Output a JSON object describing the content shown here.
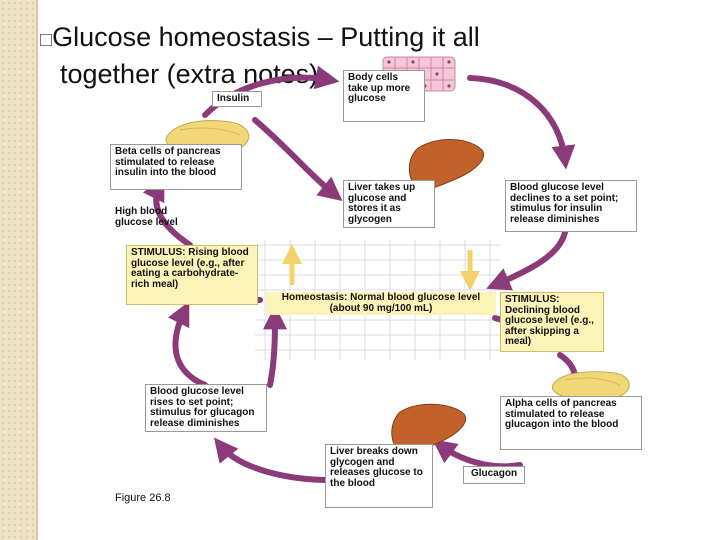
{
  "slide": {
    "bullet_glyph": "□",
    "title_line1": "Glucose homeostasis – Putting it all",
    "title_line2": "together (extra notes)"
  },
  "diagram": {
    "insulin_label": "Insulin",
    "body_cells": "Body cells take up more glucose",
    "beta_cells": "Beta cells of pancreas stimulated to release insulin into the blood",
    "liver_takes": "Liver takes up glucose and stores it as glycogen",
    "declines": "Blood glucose level declines to a set point; stimulus for insulin release diminishes",
    "high_glucose": "High blood glucose level",
    "stimulus_rising": "STIMULUS: Rising blood glucose level (e.g., after eating a carbohydrate-rich meal)",
    "homeostasis": "Homeostasis: Normal blood glucose level (about 90 mg/100 mL)",
    "stimulus_declining": "STIMULUS: Declining blood glucose level (e.g., after skipping a meal)",
    "rises": "Blood glucose level rises to set point; stimulus for glucagon release diminishes",
    "alpha_cells": "Alpha cells of pancreas stimulated to release glucagon into the blood",
    "liver_breaks": "Liver breaks down glycogen and releases glucose to the blood",
    "glucagon_label": "Glucagon",
    "figure_label": "Figure 26.8"
  },
  "colors": {
    "arrow": "#8b3a7a",
    "stimulus_fill": "#fbf3b8",
    "liver": "#c0622a",
    "pancreas": "#f0d878",
    "grid": "#d9dde3"
  }
}
